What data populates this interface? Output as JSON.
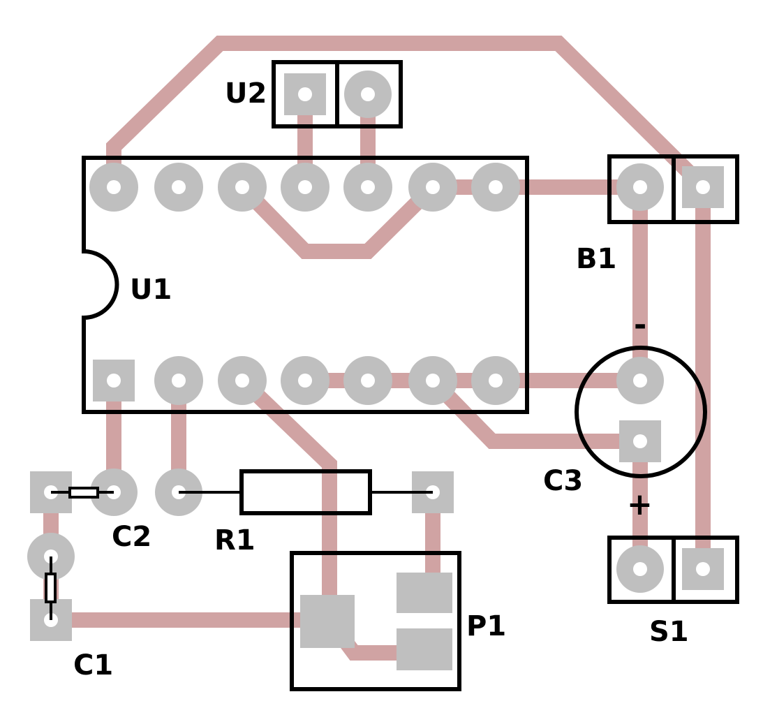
{
  "labels": {
    "u1": "U1",
    "u2": "U2",
    "b1": "B1",
    "c1": "C1",
    "c2": "C2",
    "c3": "C3",
    "r1": "R1",
    "p1": "P1",
    "s1": "S1",
    "c3_minus": "-",
    "c3_plus": "+"
  },
  "colors": {
    "trace": "#d0a3a3",
    "pad": "#bfbfbf",
    "silkscreen": "#000000",
    "board": "#ffffff"
  }
}
